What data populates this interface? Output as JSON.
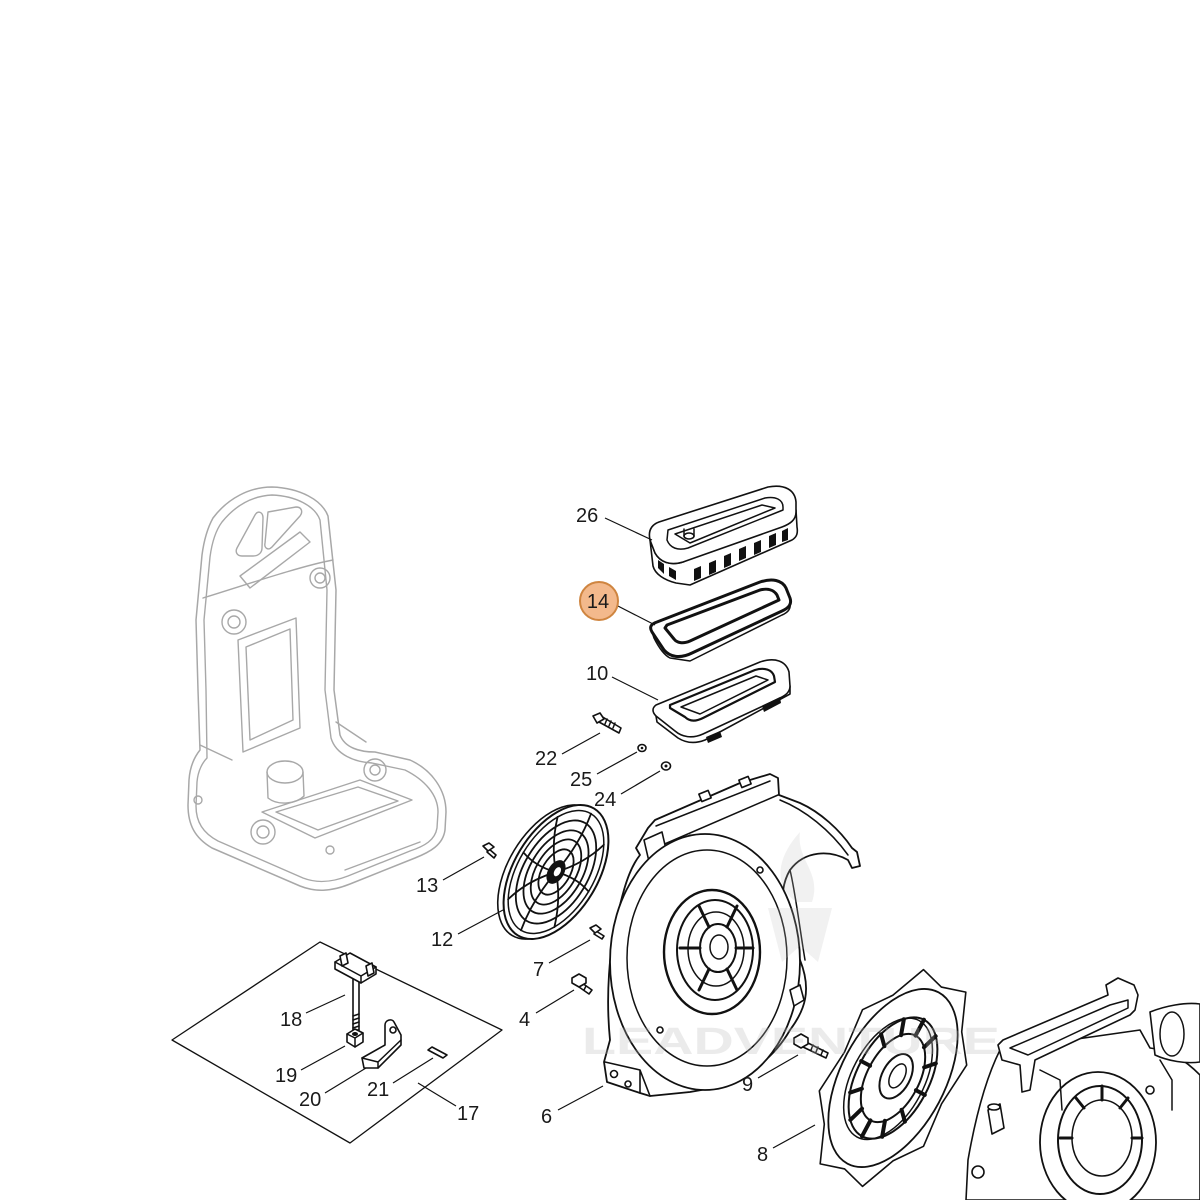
{
  "diagram": {
    "callouts": [
      {
        "label": "26",
        "highlighted": false
      },
      {
        "label": "14",
        "highlighted": true
      },
      {
        "label": "10",
        "highlighted": false
      },
      {
        "label": "22",
        "highlighted": false
      },
      {
        "label": "25",
        "highlighted": false
      },
      {
        "label": "24",
        "highlighted": false
      },
      {
        "label": "13",
        "highlighted": false
      },
      {
        "label": "12",
        "highlighted": false
      },
      {
        "label": "7",
        "highlighted": false
      },
      {
        "label": "4",
        "highlighted": false
      },
      {
        "label": "6",
        "highlighted": false
      },
      {
        "label": "9",
        "highlighted": false
      },
      {
        "label": "8",
        "highlighted": false
      },
      {
        "label": "18",
        "highlighted": false
      },
      {
        "label": "19",
        "highlighted": false
      },
      {
        "label": "20",
        "highlighted": false
      },
      {
        "label": "21",
        "highlighted": false
      },
      {
        "label": "17",
        "highlighted": false
      }
    ],
    "colors": {
      "background": "#ffffff",
      "line": "#111111",
      "faint_line": "#a8a8a8",
      "highlight_fill": "#f3b98c",
      "highlight_stroke": "#cf8540"
    },
    "watermark": "LEADVENTURE"
  }
}
